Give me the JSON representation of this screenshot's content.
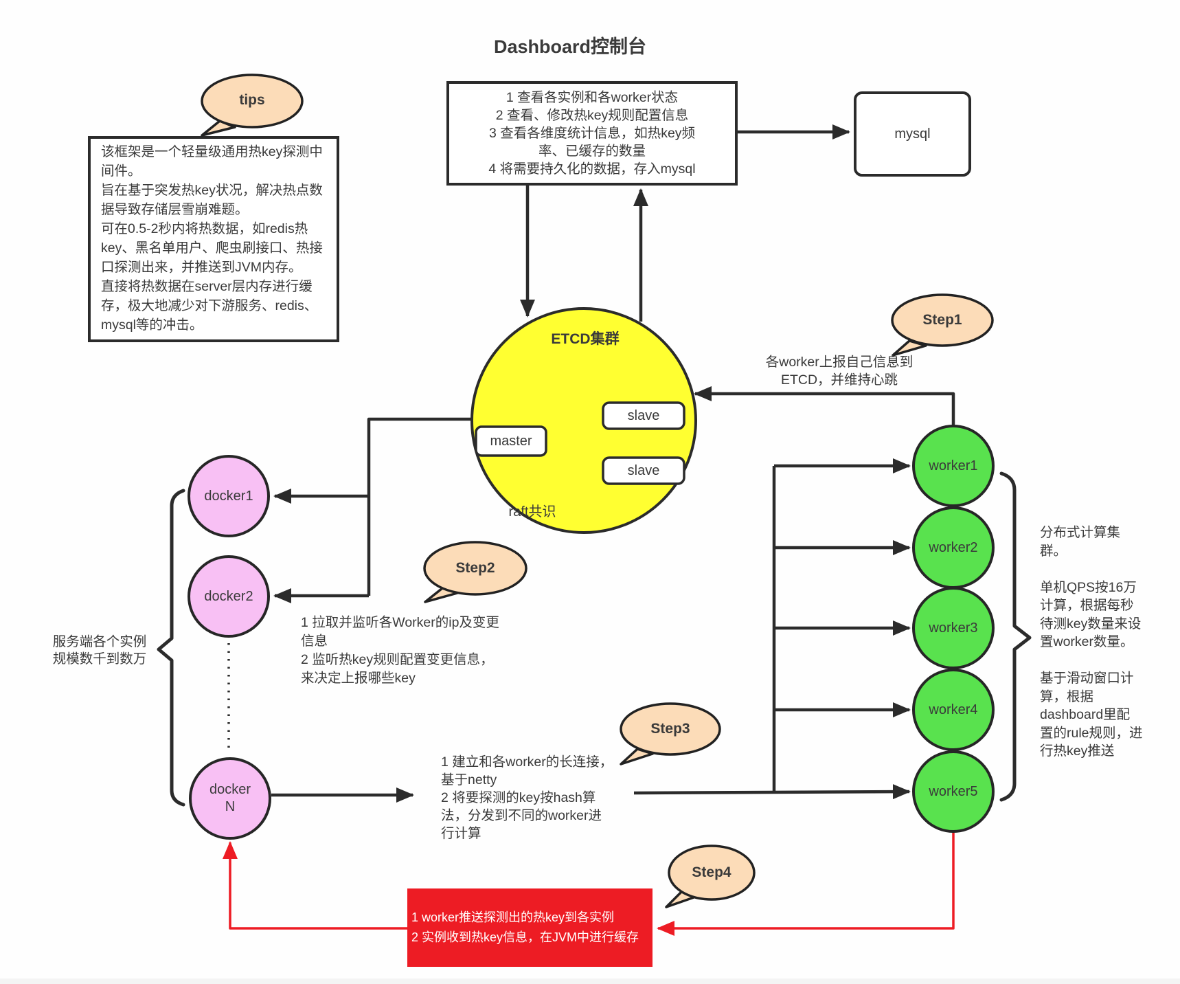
{
  "title": "Dashboard控制台",
  "tips": {
    "label": "tips",
    "body": "该框架是一个轻量级通用热key探测中\n间件。\n旨在基于突发热key状况，解决热点数\n据导致存储层雪崩难题。\n可在0.5-2秒内将热数据，如redis热\nkey、黑名单用户、爬虫刷接口、热接\n口探测出来，并推送到JVM内存。\n直接将热数据在server层内存进行缓\n存，极大地减少对下游服务、redis、\nmysql等的冲击。"
  },
  "dashboard_box": {
    "body": "1 查看各实例和各worker状态\n2 查看、修改热key规则配置信息\n3 查看各维度统计信息，如热key频\n率、已缓存的数量\n4 将需要持久化的数据，存入mysql"
  },
  "mysql": {
    "label": "mysql"
  },
  "etcd": {
    "title": "ETCD集群",
    "master_label": "master",
    "slave1_label": "slave",
    "slave2_label": "slave",
    "raft_label": "raft共识"
  },
  "step1": {
    "label": "Step1",
    "note": "各worker上报自己信息到\nETCD，并维持心跳"
  },
  "step2": {
    "label": "Step2",
    "note": "1  拉取并监听各Worker的ip及变更\n信息\n2 监听热key规则配置变更信息，\n来决定上报哪些key"
  },
  "step3": {
    "label": "Step3",
    "note": "1 建立和各worker的长连接，\n基于netty\n2 将要探测的key按hash算\n法，分发到不同的worker进\n行计算"
  },
  "step4": {
    "label": "Step4"
  },
  "left_note": "服务端各个实例\n规模数千到数万",
  "right_note": "分布式计算集\n群。\n\n单机QPS按16万\n计算，根据每秒\n待测key数量来设\n置worker数量。\n\n基于滑动窗口计\n算，根据\ndashboard里配\n置的rule规则，进\n行热key推送",
  "dockers": [
    "docker1",
    "docker2",
    "docker\nN"
  ],
  "workers": [
    "worker1",
    "worker2",
    "worker3",
    "worker4",
    "worker5"
  ],
  "red_box": {
    "body": "1 worker推送探测出的热key到各实例\n2 实例收到热key信息，在JVM中进行缓存"
  },
  "colors": {
    "etcd_fill": "#ffff31",
    "docker_fill": "#f8c0f4",
    "worker_fill": "#59e24e",
    "bubble_fill": "#fcdcb8",
    "red": "#ed1c24",
    "line": "#2b2b2b"
  }
}
